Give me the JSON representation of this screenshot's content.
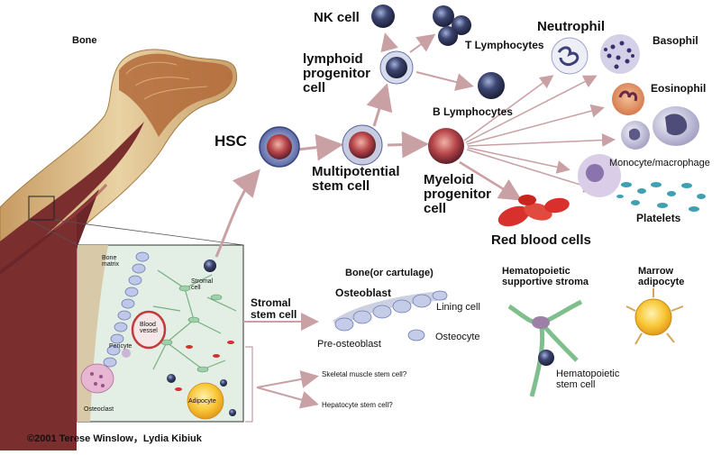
{
  "labels": {
    "bone": "Bone",
    "hsc": "HSC",
    "nk_cell": "NK cell",
    "lymphoid_progenitor": [
      "lymphoid",
      "progenitor",
      "cell"
    ],
    "t_lymphocytes": "T Lymphocytes",
    "b_lymphocytes": "B Lymphocytes",
    "multipotential_stem_cell": [
      "Multipotential",
      "stem cell"
    ],
    "myeloid_progenitor": [
      "Myeloid",
      "progenitor",
      "cell"
    ],
    "neutrophil": "Neutrophil",
    "basophil": "Basophil",
    "eosinophil": "Eosinophil",
    "monocyte_macrophage": "Monocyte/macrophage",
    "platelets": "Platelets",
    "red_blood_cells": "Red blood cells",
    "stromal_stem_cell": [
      "Stromal",
      "stem cell"
    ],
    "bone_or_cartilage": "Bone(or cartulage)",
    "osteoblast": "Osteoblast",
    "lining_cell": "Lining cell",
    "pre_osteoblast": "Pre-osteoblast",
    "osteocyte": "Osteocyte",
    "hematopoietic_supportive_stroma": [
      "Hematopoietic",
      "supportive stroma"
    ],
    "marrow_adipocyte": [
      "Marrow",
      "adipocyte"
    ],
    "hematopoietic_stem_cell": [
      "Hematopoietic",
      "stem cell"
    ],
    "skeletal_muscle_stem_cell": "Skeletal muscle stem cell?",
    "hepatocyte_stem_cell": "Hepatocyte stem cell?",
    "inset_bone_matrix": [
      "Bone",
      "matrix"
    ],
    "inset_stromal_cell": [
      "Stromal",
      "cell"
    ],
    "inset_blood_vessel": [
      "Blood",
      "vessel"
    ],
    "inset_pericyte": "Pericyte",
    "inset_osteoclast": "Osteoclast",
    "inset_adipocyte": "Adipocyte"
  },
  "copyright": "©2001 Terese Winslow，Lydia Kibiuk",
  "colors": {
    "arrow": "#c9a0a4",
    "bone_outer": "#d6b483",
    "bone_marrow": "#7a2e2e",
    "cell_purple": "#2c3150",
    "rbc_red": "#d8302c",
    "platelet_teal": "#3fa0b4",
    "adipocyte_yellow": "#f3b52a",
    "stroma_green": "#8fc79a"
  }
}
